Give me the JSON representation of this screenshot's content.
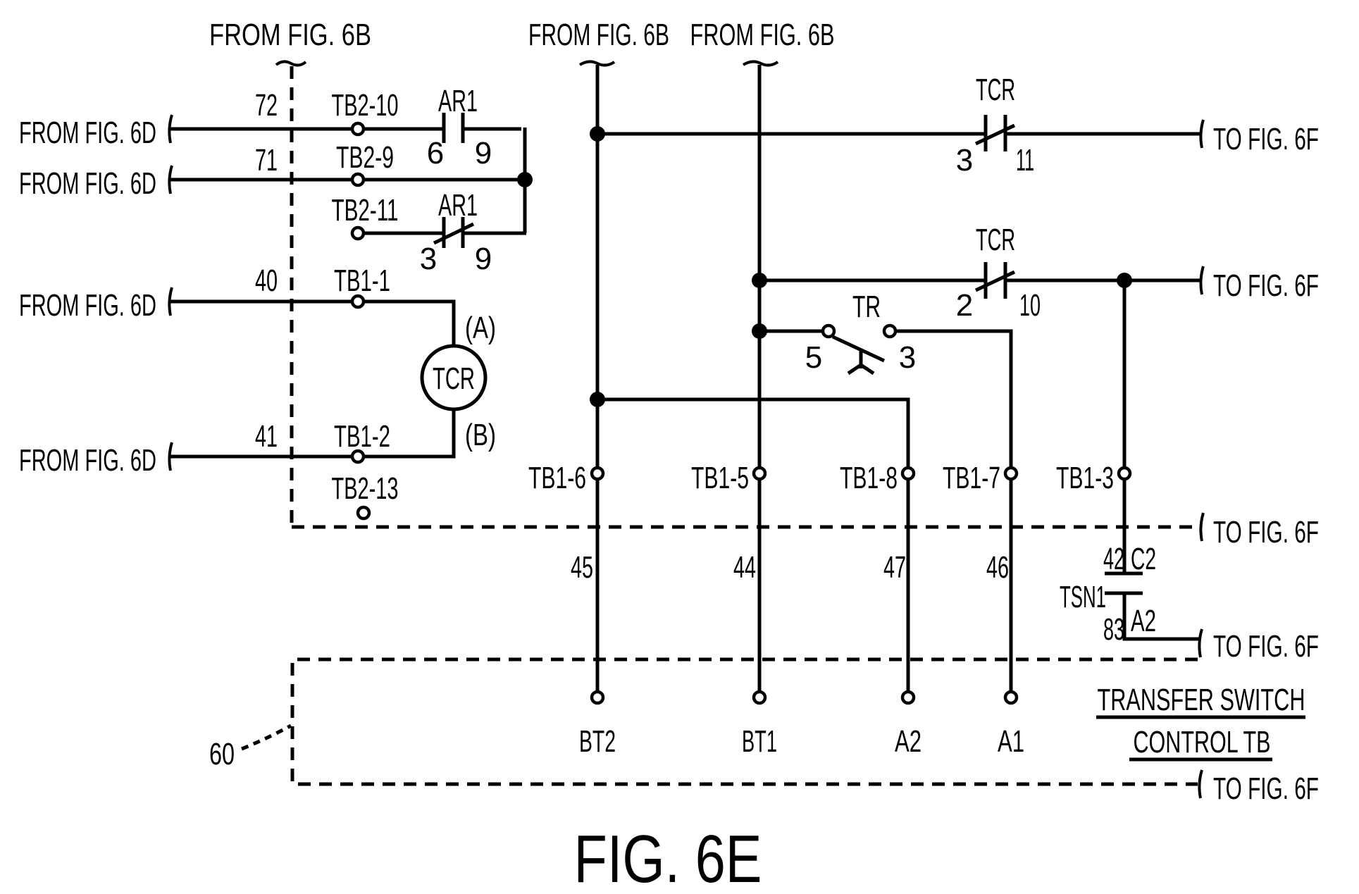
{
  "figure": {
    "title": "FIG. 6E",
    "reference_numeral": "60"
  },
  "off_page_connectors": {
    "from_6b_left": "FROM FIG. 6B",
    "from_6b_bt2": "FROM FIG. 6B",
    "from_6b_bt1": "FROM FIG. 6B",
    "from_6d_row1": "FROM FIG. 6D",
    "from_6d_row2": "FROM FIG. 6D",
    "from_6d_row3": "FROM FIG. 6D",
    "from_6d_row4": "FROM FIG. 6D",
    "to_6f_tcr1": "TO FIG. 6F",
    "to_6f_tcr2": "TO FIG. 6F",
    "to_6f_dash_upper": "TO FIG. 6F",
    "to_6f_tsn1": "TO FIG. 6F",
    "to_6f_dash_lower": "TO FIG. 6F"
  },
  "wire_numbers": {
    "w72": "72",
    "w71": "71",
    "w40": "40",
    "w41": "41",
    "w45": "45",
    "w44": "44",
    "w47": "47",
    "w46": "46",
    "w42": "42",
    "w83": "83"
  },
  "terminals": {
    "tb2_10": "TB2-10",
    "tb2_9": "TB2-9",
    "tb2_11": "TB2-11",
    "tb1_1": "TB1-1",
    "tb1_2": "TB1-2",
    "tb2_13": "TB2-13",
    "tb1_6": "TB1-6",
    "tb1_5": "TB1-5",
    "tb1_8": "TB1-8",
    "tb1_7": "TB1-7",
    "tb1_3": "TB1-3"
  },
  "components": {
    "ar1_no": {
      "name": "AR1",
      "pin_a": "6",
      "pin_b": "9"
    },
    "ar1_nc": {
      "name": "AR1",
      "pin_a": "3",
      "pin_b": "9"
    },
    "tcr_coil": {
      "name": "TCR",
      "pin_a": "(A)",
      "pin_b": "(B)"
    },
    "tcr_nc1": {
      "name": "TCR",
      "pin_a": "3",
      "pin_b": "11"
    },
    "tcr_nc2": {
      "name": "TCR",
      "pin_a": "2",
      "pin_b": "10"
    },
    "tr_switch": {
      "name": "TR",
      "pin_a": "5",
      "pin_b": "3"
    },
    "tsn1": {
      "name": "TSN1",
      "pin_a": "C2",
      "pin_b": "A2"
    }
  },
  "transfer_switch_tb": {
    "line1": "TRANSFER SWITCH",
    "line2": "CONTROL TB",
    "terminals": [
      "BT2",
      "BT1",
      "A2",
      "A1"
    ]
  }
}
